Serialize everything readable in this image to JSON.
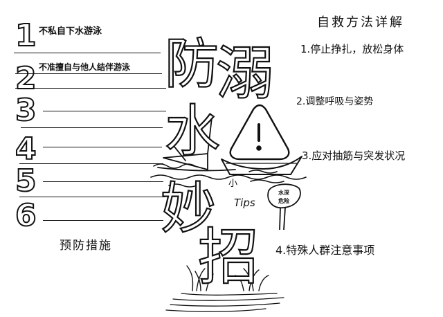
{
  "title": {
    "char1": "防",
    "char2": "溺",
    "char3": "水",
    "char4": "妙",
    "char5": "招",
    "small": "小",
    "tips": "Tips"
  },
  "prevention": {
    "label": "预防措施",
    "items": [
      {
        "number": "1",
        "text": "不私自下水游泳"
      },
      {
        "number": "2",
        "text": "不准擅自与他人结伴游泳"
      },
      {
        "number": "3",
        "text": ""
      },
      {
        "number": "4",
        "text": ""
      },
      {
        "number": "5",
        "text": ""
      },
      {
        "number": "6",
        "text": ""
      }
    ]
  },
  "selfrescue": {
    "heading": "自救方法详解",
    "steps": [
      "1.停止挣扎，放松身体",
      "2.调整呼吸与姿势",
      "3.应对抽筋与突发状况",
      "4.特殊人群注意事项"
    ]
  },
  "sign": {
    "line1": "水深",
    "line2": "危险"
  },
  "icons": {
    "warning": "warning-triangle-icon"
  }
}
